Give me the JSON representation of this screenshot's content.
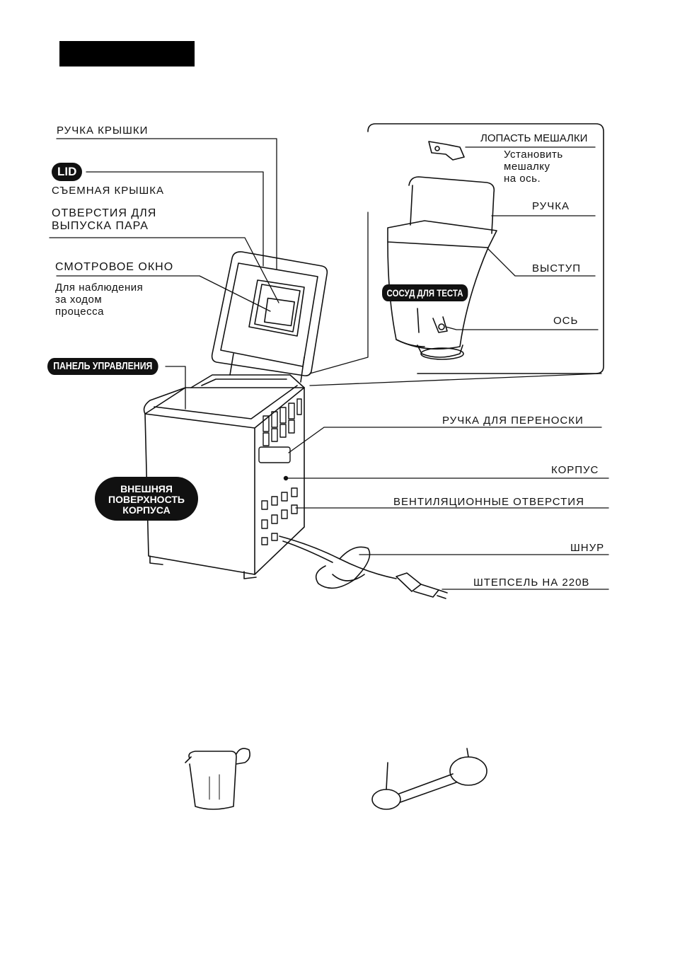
{
  "header": {
    "bar_color": "#000000"
  },
  "labels": {
    "lid_handle": "РУЧКА КРЫШКИ",
    "lid_badge": "LID",
    "removable_lid": "СЪЕМНАЯ КРЫШКА",
    "steam_vents": [
      "ОТВЕРСТИЯ ДЛЯ",
      "ВЫПУСКА ПАРА"
    ],
    "view_window": "СМОТРОВОЕ ОКНО",
    "view_window_note": [
      "Для наблюдения",
      "за ходом",
      "процесса"
    ],
    "control_panel": "ПАНЕЛЬ УПРАВЛЕНИЯ",
    "outer_surface": [
      "ВНЕШНЯЯ",
      "ПОВЕРХНОСТЬ",
      "КОРПУСА"
    ],
    "kneading_blade": "ЛОПАСТЬ МЕШАЛКИ",
    "kneading_blade_note": [
      "Установить",
      "мешалку",
      "на ось."
    ],
    "pan_handle": "РУЧКА",
    "protrusion": "ВЫСТУП",
    "dough_pan": "СОСУД ДЛЯ ТЕСТА",
    "shaft": "ОСЬ",
    "carry_handle": "РУЧКА ДЛЯ ПЕРЕНОСКИ",
    "body": "КОРПУС",
    "vents": "ВЕНТИЛЯЦИОННЫЕ ОТВЕРСТИЯ",
    "cord": "ШНУР",
    "plug": "ШТЕПСЕЛЬ НА 220В"
  },
  "icons": {
    "measuring_cup": "measuring-cup-icon",
    "measuring_spoon": "measuring-spoon-icon"
  }
}
